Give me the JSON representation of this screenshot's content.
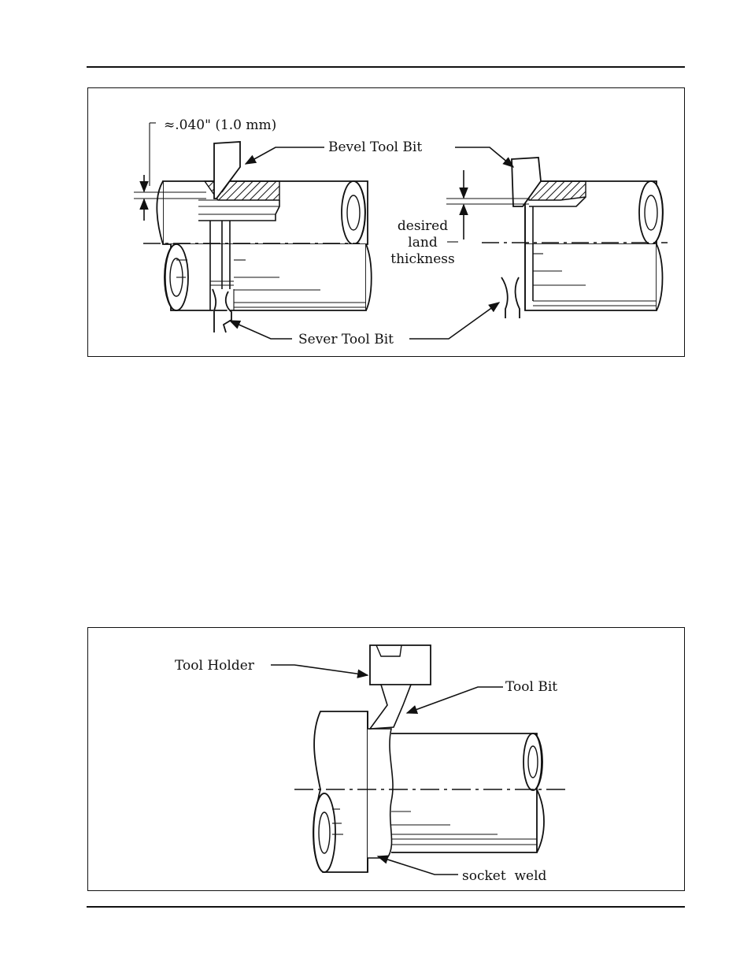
{
  "figure_top": {
    "labels": {
      "clearance": "≈.040\" (1.0 mm)",
      "bevel_tool_bit": "Bevel Tool Bit",
      "desired_land_1": "desired",
      "desired_land_2": "land",
      "desired_land_3": "thickness",
      "sever_tool_bit": "Sever Tool Bit"
    }
  },
  "figure_bottom": {
    "labels": {
      "tool_holder": "Tool Holder",
      "tool_bit": "Tool Bit",
      "socket_weld": "socket  weld"
    }
  }
}
